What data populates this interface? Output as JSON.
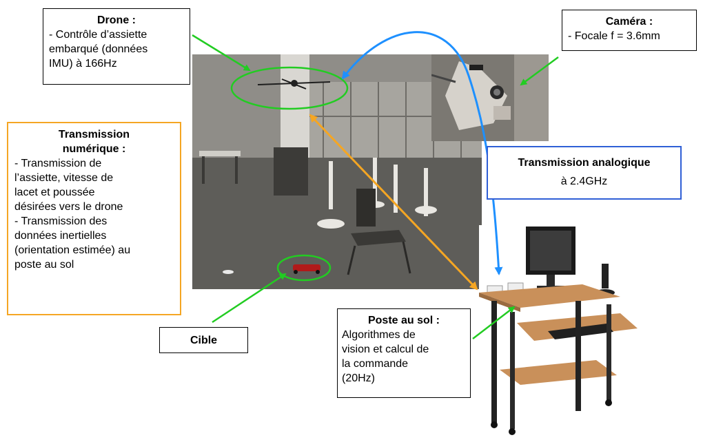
{
  "drone": {
    "title": "Drone :",
    "lines": [
      "- Contrôle d’assiette",
      "embarqué (données",
      "IMU) à 166Hz"
    ]
  },
  "camera": {
    "title": "Caméra :",
    "lines": [
      "- Focale f = 3.6mm"
    ]
  },
  "numeric": {
    "title_1": "Transmission",
    "title_2": "numérique :",
    "lines": [
      "- Transmission de",
      "l’assiette, vitesse de",
      "lacet et poussée",
      "désirées vers le drone",
      "- Transmission des",
      "données inertielles",
      "(orientation estimée) au",
      "poste au sol"
    ]
  },
  "analog": {
    "title": "Transmission analogique",
    "sub": "à 2.4GHz"
  },
  "ground": {
    "title": "Poste au sol :",
    "lines": [
      "Algorithmes de",
      "vision et calcul de",
      "la commande",
      "(20Hz)"
    ]
  },
  "target": {
    "title": "Cible"
  },
  "colors": {
    "green": "#22cc22",
    "orange": "#f5a623",
    "blue": "#1e90ff",
    "frame_blue": "#2f5fd6"
  }
}
